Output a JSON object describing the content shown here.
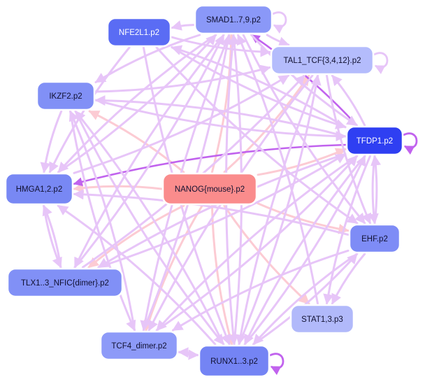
{
  "network": {
    "nodes": [
      {
        "id": "smad",
        "label": "SMAD1..7,9.p2",
        "fill": "#8a98f8",
        "text_color": "#101030"
      },
      {
        "id": "nfe2l1",
        "label": "NFE2L1.p2",
        "fill": "#5a6cf4",
        "text_color": "#ffffff"
      },
      {
        "id": "tal1",
        "label": "TAL1_TCF{3,4,12}.p2",
        "fill": "#b4bcfc",
        "text_color": "#101030"
      },
      {
        "id": "ikzf2",
        "label": "IKZF2.p2",
        "fill": "#8190f6",
        "text_color": "#101030"
      },
      {
        "id": "tfdp1",
        "label": "TFDP1.p2",
        "fill": "#2f3ff2",
        "text_color": "#ffffff"
      },
      {
        "id": "hmga",
        "label": "HMGA1,2.p2",
        "fill": "#7888f4",
        "text_color": "#101030"
      },
      {
        "id": "nanog",
        "label": "NANOG{mouse}.p2",
        "fill": "#fa8c8c",
        "text_color": "#101030"
      },
      {
        "id": "ehf",
        "label": "EHF.p2",
        "fill": "#7e8cf6",
        "text_color": "#101030"
      },
      {
        "id": "tlx",
        "label": "TLX1..3_NFIC{dimer}.p2",
        "fill": "#8190f6",
        "text_color": "#101030"
      },
      {
        "id": "stat",
        "label": "STAT1,3.p3",
        "fill": "#b1b9fa",
        "text_color": "#101030"
      },
      {
        "id": "tcf4",
        "label": "TCF4_dimer.p2",
        "fill": "#8d9af8",
        "text_color": "#101030"
      },
      {
        "id": "runx",
        "label": "RUNX1..3.p2",
        "fill": "#7484f4",
        "text_color": "#101030"
      }
    ],
    "edge_colors": {
      "lilac": "#e7c5f8",
      "pink": "#fccbd3",
      "magenta": "#c163ee"
    },
    "edges": [
      {
        "from": "nanog",
        "to": "hmga",
        "color": "pink"
      },
      {
        "from": "nanog",
        "to": "ikzf2",
        "color": "pink"
      },
      {
        "from": "nanog",
        "to": "tlx",
        "color": "pink"
      },
      {
        "from": "nanog",
        "to": "tcf4",
        "color": "pink"
      },
      {
        "from": "nanog",
        "to": "runx",
        "color": "pink"
      },
      {
        "from": "nanog",
        "to": "stat",
        "color": "pink"
      },
      {
        "from": "nanog",
        "to": "ehf",
        "color": "pink"
      },
      {
        "from": "nanog",
        "to": "tfdp1",
        "color": "pink"
      },
      {
        "from": "nanog",
        "to": "tal1",
        "color": "pink"
      },
      {
        "from": "nanog",
        "to": "smad",
        "color": "pink"
      },
      {
        "from": "tfdp1",
        "to": "hmga",
        "color": "magenta"
      },
      {
        "from": "tfdp1",
        "to": "smad",
        "color": "magenta"
      },
      {
        "from": "tfdp1",
        "to": "ikzf2",
        "color": "lilac"
      },
      {
        "from": "tfdp1",
        "to": "nfe2l1",
        "color": "lilac"
      },
      {
        "from": "tfdp1",
        "to": "tal1",
        "color": "lilac"
      },
      {
        "from": "tfdp1",
        "to": "ehf",
        "color": "lilac"
      },
      {
        "from": "tfdp1",
        "to": "stat",
        "color": "lilac"
      },
      {
        "from": "tfdp1",
        "to": "runx",
        "color": "lilac"
      },
      {
        "from": "tfdp1",
        "to": "tcf4",
        "color": "lilac"
      },
      {
        "from": "tfdp1",
        "to": "tlx",
        "color": "lilac"
      },
      {
        "from": "smad",
        "to": "nfe2l1",
        "color": "lilac"
      },
      {
        "from": "smad",
        "to": "tal1",
        "color": "lilac"
      },
      {
        "from": "smad",
        "to": "ikzf2",
        "color": "lilac"
      },
      {
        "from": "smad",
        "to": "hmga",
        "color": "lilac"
      },
      {
        "from": "smad",
        "to": "runx",
        "color": "lilac"
      },
      {
        "from": "smad",
        "to": "tcf4",
        "color": "lilac"
      },
      {
        "from": "smad",
        "to": "tlx",
        "color": "lilac"
      },
      {
        "from": "smad",
        "to": "ehf",
        "color": "lilac"
      },
      {
        "from": "smad",
        "to": "tfdp1",
        "color": "lilac"
      },
      {
        "from": "nfe2l1",
        "to": "tal1",
        "color": "lilac"
      },
      {
        "from": "nfe2l1",
        "to": "tfdp1",
        "color": "lilac"
      },
      {
        "from": "nfe2l1",
        "to": "runx",
        "color": "lilac"
      },
      {
        "from": "nfe2l1",
        "to": "hmga",
        "color": "lilac"
      },
      {
        "from": "nfe2l1",
        "to": "ehf",
        "color": "lilac"
      },
      {
        "from": "ikzf2",
        "to": "tal1",
        "color": "lilac"
      },
      {
        "from": "ikzf2",
        "to": "tfdp1",
        "color": "lilac"
      },
      {
        "from": "ikzf2",
        "to": "runx",
        "color": "lilac"
      },
      {
        "from": "ikzf2",
        "to": "tcf4",
        "color": "lilac"
      },
      {
        "from": "ikzf2",
        "to": "hmga",
        "color": "lilac"
      },
      {
        "from": "hmga",
        "to": "tal1",
        "color": "lilac"
      },
      {
        "from": "hmga",
        "to": "smad",
        "color": "lilac"
      },
      {
        "from": "hmga",
        "to": "tlx",
        "color": "lilac"
      },
      {
        "from": "tlx",
        "to": "hmga",
        "color": "lilac"
      },
      {
        "from": "tlx",
        "to": "smad",
        "color": "lilac"
      },
      {
        "from": "tlx",
        "to": "tfdp1",
        "color": "lilac"
      },
      {
        "from": "tlx",
        "to": "tal1",
        "color": "lilac"
      },
      {
        "from": "tcf4",
        "to": "ikzf2",
        "color": "lilac"
      },
      {
        "from": "tcf4",
        "to": "smad",
        "color": "lilac"
      },
      {
        "from": "tcf4",
        "to": "tfdp1",
        "color": "lilac"
      },
      {
        "from": "tcf4",
        "to": "runx",
        "color": "lilac"
      },
      {
        "from": "runx",
        "to": "tcf4",
        "color": "lilac"
      },
      {
        "from": "runx",
        "to": "smad",
        "color": "lilac"
      },
      {
        "from": "runx",
        "to": "tal1",
        "color": "lilac"
      },
      {
        "from": "runx",
        "to": "tfdp1",
        "color": "lilac"
      },
      {
        "from": "runx",
        "to": "ehf",
        "color": "lilac"
      },
      {
        "from": "runx",
        "to": "ikzf2",
        "color": "lilac"
      },
      {
        "from": "runx",
        "to": "hmga",
        "color": "lilac"
      },
      {
        "from": "ehf",
        "to": "runx",
        "color": "lilac"
      },
      {
        "from": "ehf",
        "to": "tcf4",
        "color": "lilac"
      },
      {
        "from": "ehf",
        "to": "stat",
        "color": "lilac"
      },
      {
        "from": "ehf",
        "to": "tfdp1",
        "color": "lilac"
      },
      {
        "from": "ehf",
        "to": "hmga",
        "color": "lilac"
      },
      {
        "from": "tal1",
        "to": "runx",
        "color": "lilac"
      },
      {
        "from": "tal1",
        "to": "tcf4",
        "color": "lilac"
      },
      {
        "from": "tal1",
        "to": "ehf",
        "color": "lilac"
      },
      {
        "from": "stat",
        "to": "smad",
        "color": "lilac"
      }
    ],
    "self_loops": [
      {
        "node": "smad",
        "color": "lilac"
      },
      {
        "node": "tal1",
        "color": "lilac"
      },
      {
        "node": "tfdp1",
        "color": "magenta"
      },
      {
        "node": "runx",
        "color": "magenta"
      }
    ]
  }
}
